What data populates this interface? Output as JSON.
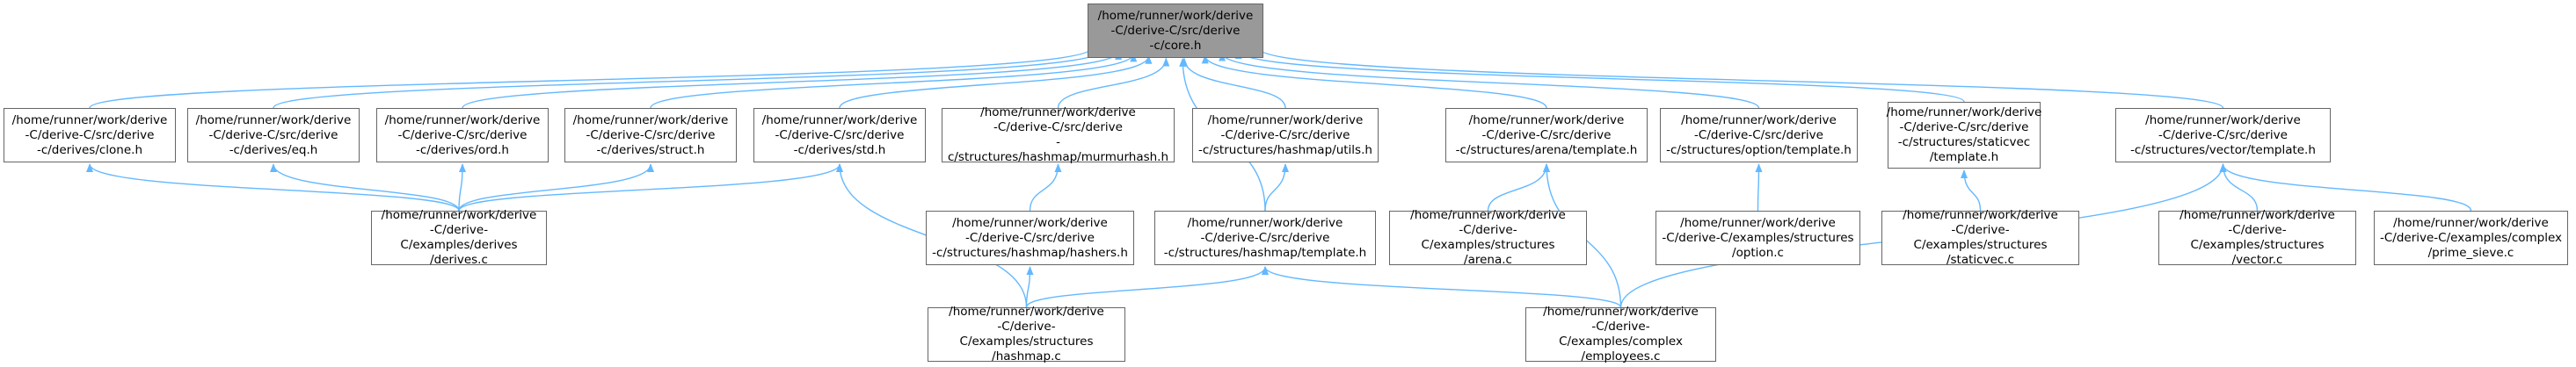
{
  "graph": {
    "colors": {
      "edge": "#63b8ff",
      "root_fill": "#999999",
      "node_border": "#666666"
    },
    "nodes": [
      {
        "id": "core",
        "label": "/home/runner/work/derive\n-C/derive-C/src/derive\n-c/core.h",
        "root": true
      },
      {
        "id": "clone",
        "label": "/home/runner/work/derive\n-C/derive-C/src/derive\n-c/derives/clone.h"
      },
      {
        "id": "eq",
        "label": "/home/runner/work/derive\n-C/derive-C/src/derive\n-c/derives/eq.h"
      },
      {
        "id": "ord",
        "label": "/home/runner/work/derive\n-C/derive-C/src/derive\n-c/derives/ord.h"
      },
      {
        "id": "struct",
        "label": "/home/runner/work/derive\n-C/derive-C/src/derive\n-c/derives/struct.h"
      },
      {
        "id": "std",
        "label": "/home/runner/work/derive\n-C/derive-C/src/derive\n-c/derives/std.h"
      },
      {
        "id": "murmur",
        "label": "/home/runner/work/derive\n-C/derive-C/src/derive\n-c/structures/hashmap/murmurhash.h"
      },
      {
        "id": "utils",
        "label": "/home/runner/work/derive\n-C/derive-C/src/derive\n-c/structures/hashmap/utils.h"
      },
      {
        "id": "arena_t",
        "label": "/home/runner/work/derive\n-C/derive-C/src/derive\n-c/structures/arena/template.h"
      },
      {
        "id": "option_t",
        "label": "/home/runner/work/derive\n-C/derive-C/src/derive\n-c/structures/option/template.h"
      },
      {
        "id": "staticvec_t",
        "label": "/home/runner/work/derive\n-C/derive-C/src/derive\n-c/structures/staticvec\n/template.h"
      },
      {
        "id": "vector_t",
        "label": "/home/runner/work/derive\n-C/derive-C/src/derive\n-c/structures/vector/template.h"
      },
      {
        "id": "derives_c",
        "label": "/home/runner/work/derive\n-C/derive-C/examples/derives\n/derives.c"
      },
      {
        "id": "hashers",
        "label": "/home/runner/work/derive\n-C/derive-C/src/derive\n-c/structures/hashmap/hashers.h"
      },
      {
        "id": "hashmap_t",
        "label": "/home/runner/work/derive\n-C/derive-C/src/derive\n-c/structures/hashmap/template.h"
      },
      {
        "id": "arena_c",
        "label": "/home/runner/work/derive\n-C/derive-C/examples/structures\n/arena.c"
      },
      {
        "id": "option_c",
        "label": "/home/runner/work/derive\n-C/derive-C/examples/structures\n/option.c"
      },
      {
        "id": "staticvec_c",
        "label": "/home/runner/work/derive\n-C/derive-C/examples/structures\n/staticvec.c"
      },
      {
        "id": "vector_c",
        "label": "/home/runner/work/derive\n-C/derive-C/examples/structures\n/vector.c"
      },
      {
        "id": "prime_c",
        "label": "/home/runner/work/derive\n-C/derive-C/examples/complex\n/prime_sieve.c"
      },
      {
        "id": "hashmap_c",
        "label": "/home/runner/work/derive\n-C/derive-C/examples/structures\n/hashmap.c"
      },
      {
        "id": "employees_c",
        "label": "/home/runner/work/derive\n-C/derive-C/examples/complex\n/employees.c"
      }
    ],
    "edges": [
      [
        "clone",
        "core"
      ],
      [
        "eq",
        "core"
      ],
      [
        "ord",
        "core"
      ],
      [
        "struct",
        "core"
      ],
      [
        "std",
        "core"
      ],
      [
        "murmur",
        "core"
      ],
      [
        "utils",
        "core"
      ],
      [
        "hashmap_t",
        "core"
      ],
      [
        "arena_t",
        "core"
      ],
      [
        "option_t",
        "core"
      ],
      [
        "staticvec_t",
        "core"
      ],
      [
        "vector_t",
        "core"
      ],
      [
        "derives_c",
        "clone"
      ],
      [
        "derives_c",
        "eq"
      ],
      [
        "derives_c",
        "ord"
      ],
      [
        "derives_c",
        "struct"
      ],
      [
        "derives_c",
        "std"
      ],
      [
        "hashmap_c",
        "std"
      ],
      [
        "hashers",
        "murmur"
      ],
      [
        "hashmap_t",
        "utils"
      ],
      [
        "hashmap_c",
        "hashers"
      ],
      [
        "hashmap_c",
        "hashmap_t"
      ],
      [
        "employees_c",
        "hashmap_t"
      ],
      [
        "arena_c",
        "arena_t"
      ],
      [
        "employees_c",
        "arena_t"
      ],
      [
        "option_c",
        "option_t"
      ],
      [
        "staticvec_c",
        "staticvec_t"
      ],
      [
        "vector_c",
        "vector_t"
      ],
      [
        "prime_c",
        "vector_t"
      ],
      [
        "employees_c",
        "vector_t"
      ]
    ]
  }
}
